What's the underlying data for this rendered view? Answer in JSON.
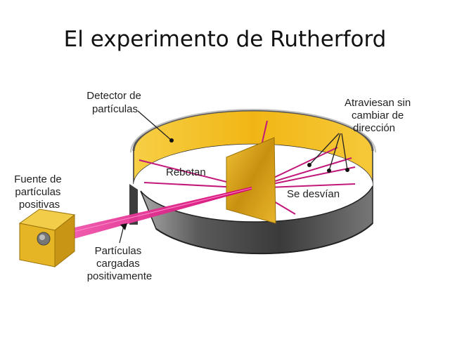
{
  "title": "El experimento de Rutherford",
  "labels": {
    "detector": [
      "Detector de",
      "partículas"
    ],
    "atraviesan": [
      "Atraviesan sin",
      "cambiar de",
      "dirección"
    ],
    "rebotan": "Rebotan",
    "se_desvian": "Se desvían",
    "fuente": [
      "Fuente de",
      "partículas",
      "positivas"
    ],
    "particulas": [
      "Partículas",
      "cargadas",
      "positivamente"
    ]
  },
  "colors": {
    "ring_inner": "#f3bd1e",
    "ring_outer": "#4d4d4d",
    "floor": "#ffffff",
    "gold_foil": "#d8a213",
    "source_box": "#e8b829",
    "beam": "#e0007a",
    "particle_tracks": "#c2187a"
  }
}
